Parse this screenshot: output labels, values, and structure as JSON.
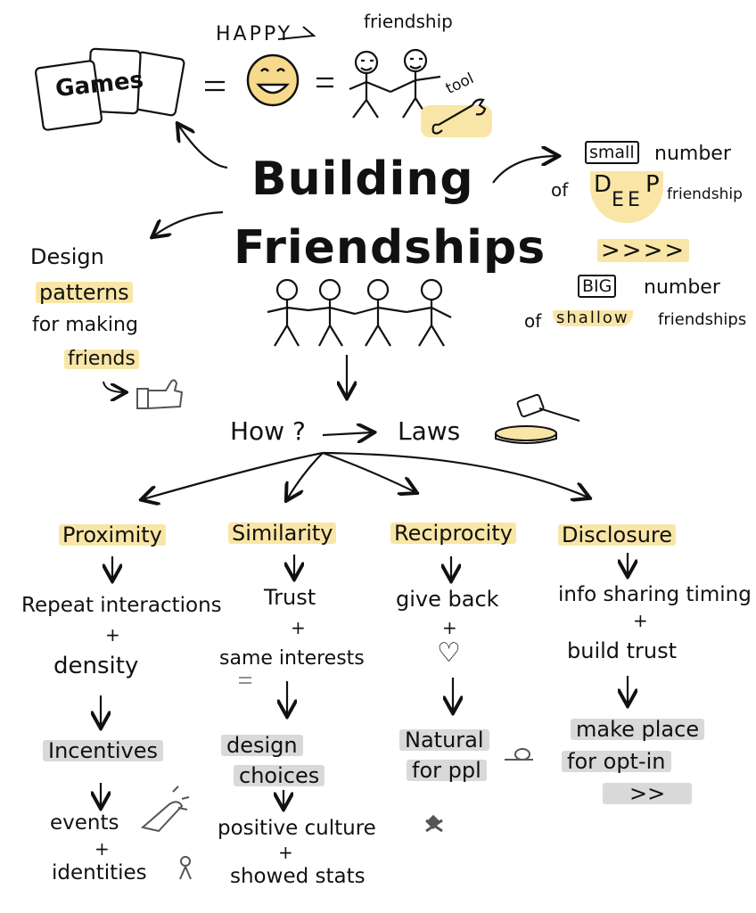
{
  "title": {
    "line1": "Building",
    "line2": "Friendships"
  },
  "top": {
    "games": "Games",
    "happy": "HAPPY",
    "friendship": "friendship",
    "tool": "tool"
  },
  "right": {
    "small": "small",
    "number": "number",
    "of1": "of",
    "deep_letters": [
      "D",
      "E",
      "E",
      "P"
    ],
    "friendship": "friendship",
    "arrows": ">>>>",
    "big": "BIG",
    "number2": "number",
    "of2": "of",
    "shallow": "shallow",
    "friendships": "friendships"
  },
  "left": {
    "design": "Design",
    "patterns": "patterns",
    "for_making": "for making",
    "friends": "friends"
  },
  "center": {
    "how": "How ?",
    "laws": "Laws"
  },
  "columns": {
    "proximity": {
      "heading": "Proximity",
      "repeat": "Repeat interactions",
      "plus1": "+",
      "density": "density",
      "incentives": "Incentives",
      "events": "events",
      "plus2": "+",
      "identities": "identities"
    },
    "similarity": {
      "heading": "Similarity",
      "trust": "Trust",
      "plus1": "+",
      "same_interests": "same interests",
      "design": "design",
      "choices": "choices",
      "positive_culture": "positive culture",
      "plus2": "+",
      "showed_stats": "showed stats"
    },
    "reciprocity": {
      "heading": "Reciprocity",
      "give_back": "give back",
      "plus1": "+",
      "heart": "♡",
      "natural": "Natural",
      "for_ppl": "for ppl"
    },
    "disclosure": {
      "heading": "Disclosure",
      "info": "info sharing timing",
      "plus1": "+",
      "build_trust": "build trust",
      "make_place": "make place",
      "for_opt_in": "for opt-in",
      "arrows": ">>"
    }
  },
  "colors": {
    "highlight": "#f9e6a6",
    "grey": "#d9d9d9",
    "ink": "#111111",
    "face": "#f7d98b"
  }
}
